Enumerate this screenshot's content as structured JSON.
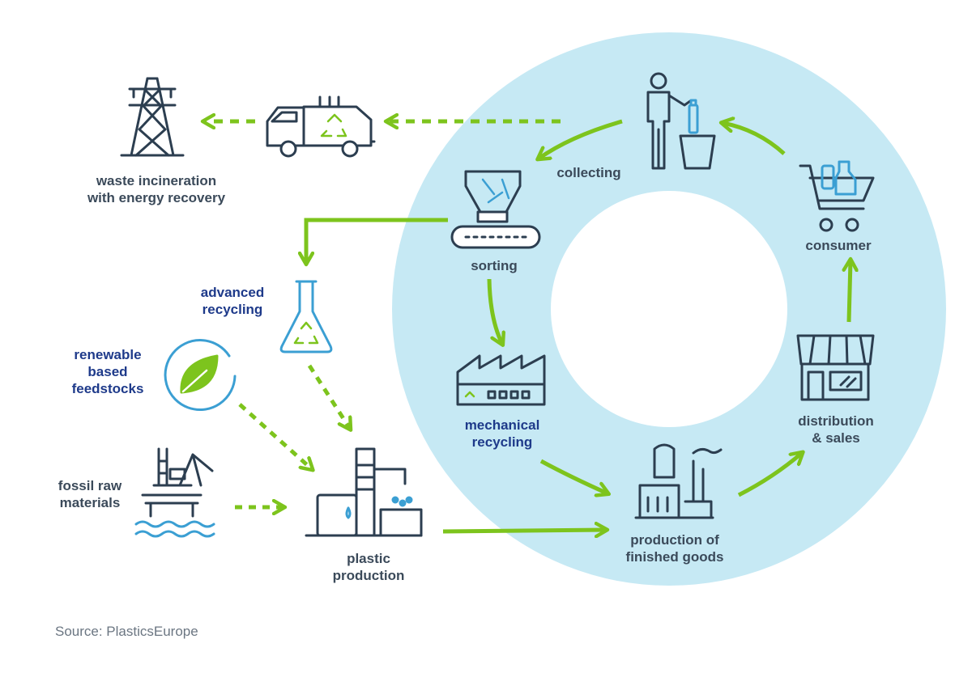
{
  "colors": {
    "circle": "#c6e9f4",
    "arrow": "#7dc41d",
    "ink": "#2c3e50",
    "accent": "#3b9fd3",
    "title_blue": "#1e3a8a"
  },
  "labels": {
    "waste_incineration": "waste incineration\nwith energy recovery",
    "collecting": "collecting",
    "sorting": "sorting",
    "consumer": "consumer",
    "advanced_recycling": "advanced\nrecycling",
    "renewable": "renewable\nbased\nfeedstocks",
    "fossil": "fossil raw\nmaterials",
    "mechanical_recycling": "mechanical\nrecycling",
    "distribution": "distribution\n& sales",
    "production_finished": "production of\nfinished goods",
    "plastic_production": "plastic\nproduction"
  },
  "source": "Source: PlasticsEurope",
  "icons": [
    "power-pylon-icon",
    "garbage-truck-icon",
    "person-bin-icon",
    "shopping-cart-icon",
    "sorting-machine-icon",
    "flask-icon",
    "leaf-icon",
    "oil-rig-icon",
    "factory-icon",
    "shop-icon",
    "manufacturing-icon",
    "refinery-icon"
  ]
}
